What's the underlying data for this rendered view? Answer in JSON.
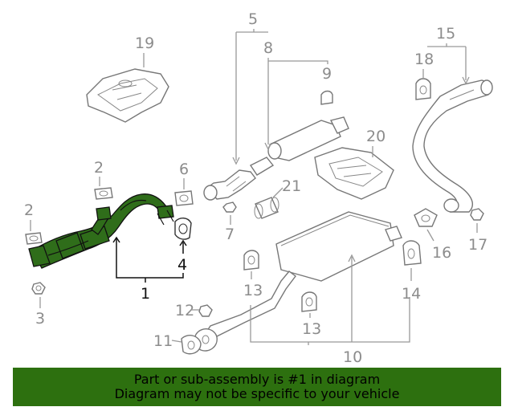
{
  "diagram": {
    "highlighted_part": "1",
    "highlight_color": "#2f6d1a",
    "callouts": {
      "c1": "1",
      "c2a": "2",
      "c2b": "2",
      "c3": "3",
      "c4": "4",
      "c5": "5",
      "c6": "6",
      "c7": "7",
      "c8": "8",
      "c9": "9",
      "c10": "10",
      "c11": "11",
      "c12": "12",
      "c13a": "13",
      "c13b": "13",
      "c14": "14",
      "c15": "15",
      "c16": "16",
      "c17": "17",
      "c18": "18",
      "c19": "19",
      "c20": "20",
      "c21": "21"
    }
  },
  "banner": {
    "line1": "Part or sub-assembly is #1 in diagram",
    "line2": "Diagram may not be specific to your vehicle",
    "color": "#2d700f"
  }
}
